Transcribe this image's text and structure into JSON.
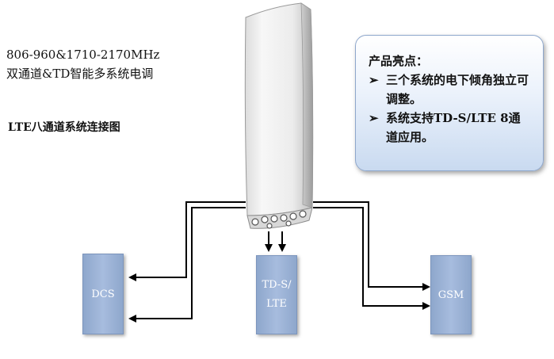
{
  "header": {
    "freq_line": "806-960&1710-2170MHz",
    "type_line": "双通道&TD智能多系统电调",
    "diagram_title": "LTE八通道系统连接图"
  },
  "highlights": {
    "title": "产品亮点：",
    "items": [
      "三个系统的电下倾角独立可调整。",
      "系统支持TD-S/LTE 8通道应用。"
    ],
    "bullet": "➢"
  },
  "systems": {
    "dcs": "DCS",
    "td_lte": "TD-S/LTE",
    "gsm": "GSM"
  },
  "colors": {
    "box_fill": "#a7bcde",
    "box_border": "#7c95bd",
    "highlight_fill": "#c9daf0",
    "wire": "#000000"
  },
  "icons": {
    "antenna": "panel-antenna-icon",
    "connectors": "rf-connector-icon"
  }
}
